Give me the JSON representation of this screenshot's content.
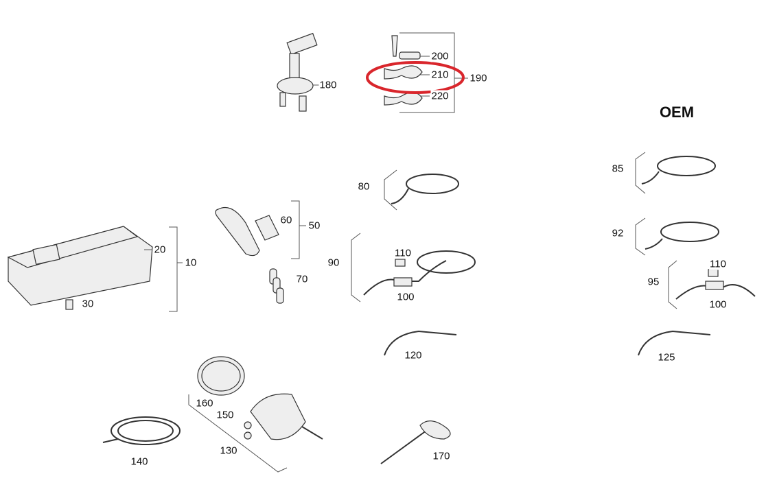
{
  "title": "OEM",
  "highlight_color": "#d9262c",
  "callouts": {
    "c180": "180",
    "c200": "200",
    "c210": "210",
    "c190": "190",
    "c220": "220",
    "c85": "85",
    "c80": "80",
    "c92": "92",
    "c60": "60",
    "c50": "50",
    "c20": "20",
    "c10": "10",
    "c90": "90",
    "c110a": "110",
    "c100a": "100",
    "c70": "70",
    "c30": "30",
    "c95": "95",
    "c110b": "110",
    "c100b": "100",
    "c120": "120",
    "c125": "125",
    "c160": "160",
    "c150": "150",
    "c130": "130",
    "c140": "140",
    "c170": "170"
  }
}
